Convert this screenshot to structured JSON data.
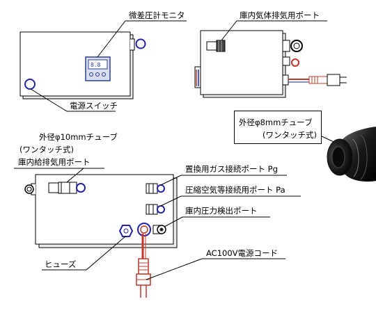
{
  "labels": {
    "pressure_monitor": "微差圧計モニタ",
    "chamber_gas_port_top": "庫内気体排気用ポート",
    "power_switch": "電源スイッチ",
    "tube_10mm_line1": "外径φ10mmチューブ",
    "tube_10mm_line2": "(ワンタッチ式)",
    "supply_exhaust_port": "庫内給排気用ポート",
    "tube_8mm_line1": "外径φ8mmチューブ",
    "tube_8mm_line2": "(ワンタッチ式)",
    "replacement_gas_port": "置換用ガス接続ポート Pg",
    "compressed_air_port": "圧縮空気等接続用ポート Pa",
    "pressure_detect_port": "庫内圧力検出ポート",
    "fuse": "ヒューズ",
    "power_cord": "AC100V電源コード"
  },
  "colors": {
    "line": "#000000",
    "body_fill": "#ffffff",
    "body_shadow": "#d8d8d8",
    "fitting_blue": "#2222aa",
    "panel_blue": "#4a5fb0",
    "cord_red": "#c0392b",
    "tube_light": "#88aadd"
  },
  "icons": [
    "knob-icon",
    "fitting-icon",
    "plug-icon",
    "tube-photo-icon"
  ]
}
